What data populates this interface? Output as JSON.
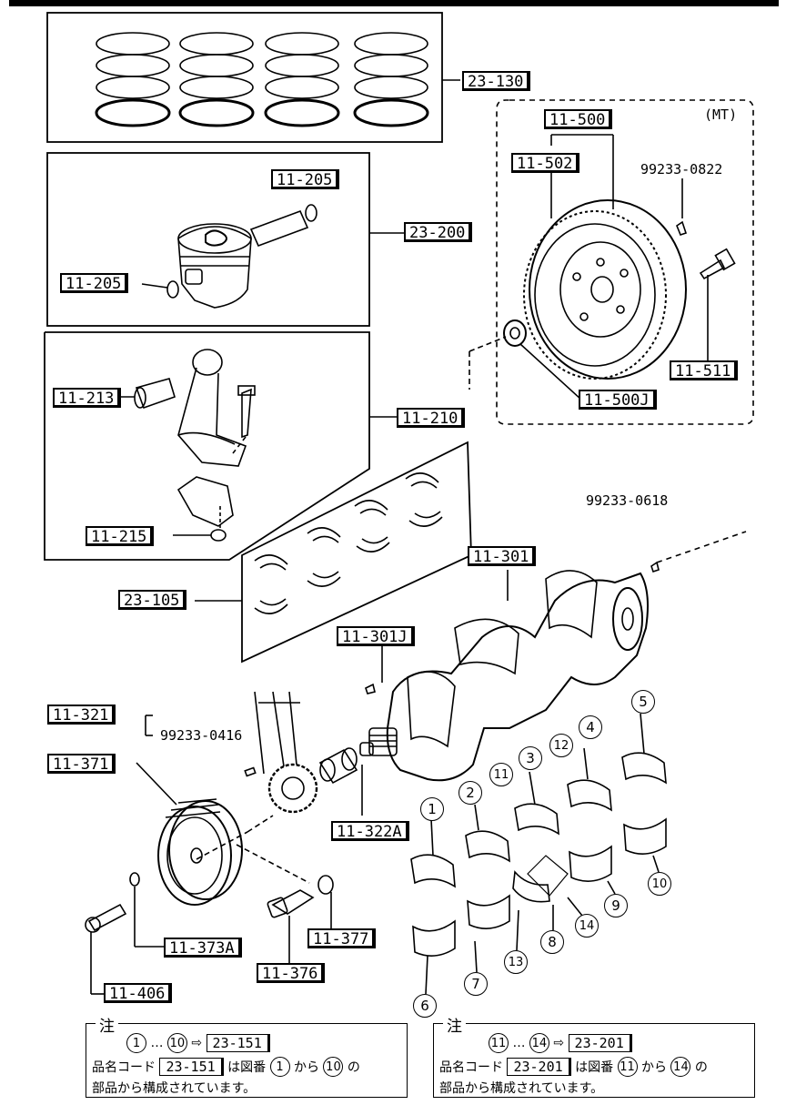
{
  "labels": {
    "l23_130": "23-130",
    "l11_500": "11-500",
    "mt": "(MT)",
    "l11_502": "11-502",
    "l99233_0822": "99233-0822",
    "l11_205_top": "11-205",
    "l23_200": "23-200",
    "l11_205_left": "11-205",
    "l11_511": "11-511",
    "l11_500j": "11-500J",
    "l11_213": "11-213",
    "l11_210": "11-210",
    "l99233_0618": "99233-0618",
    "l11_215": "11-215",
    "l11_301": "11-301",
    "l23_105": "23-105",
    "l11_301j": "11-301J",
    "l11_321": "11-321",
    "l99233_0416": "99233-0416",
    "l11_371": "11-371",
    "l11_322a": "11-322A",
    "l11_377": "11-377",
    "l11_373a": "11-373A",
    "l11_376": "11-376",
    "l11_406": "11-406"
  },
  "callouts": [
    "1",
    "2",
    "3",
    "4",
    "5",
    "6",
    "7",
    "8",
    "9",
    "10",
    "11",
    "12",
    "13",
    "14"
  ],
  "notes": {
    "left": {
      "head": "注",
      "range_from": "1",
      "range_dots": "…",
      "range_to": "10",
      "arrow": "⇨",
      "code": "23-151",
      "line2_prefix": "品名コード",
      "line2_code": "23-151",
      "line2_mid": "は図番",
      "line2_from": "1",
      "line2_kara": "から",
      "line2_to": "10",
      "line2_suffix": "の",
      "line3": "部品から構成されています。"
    },
    "right": {
      "head": "注",
      "range_from": "11",
      "range_dots": "…",
      "range_to": "14",
      "arrow": "⇨",
      "code": "23-201",
      "line2_prefix": "品名コード",
      "line2_code": "23-201",
      "line2_mid": "は図番",
      "line2_from": "11",
      "line2_kara": "から",
      "line2_to": "14",
      "line2_suffix": "の",
      "line3": "部品から構成されています。"
    }
  }
}
